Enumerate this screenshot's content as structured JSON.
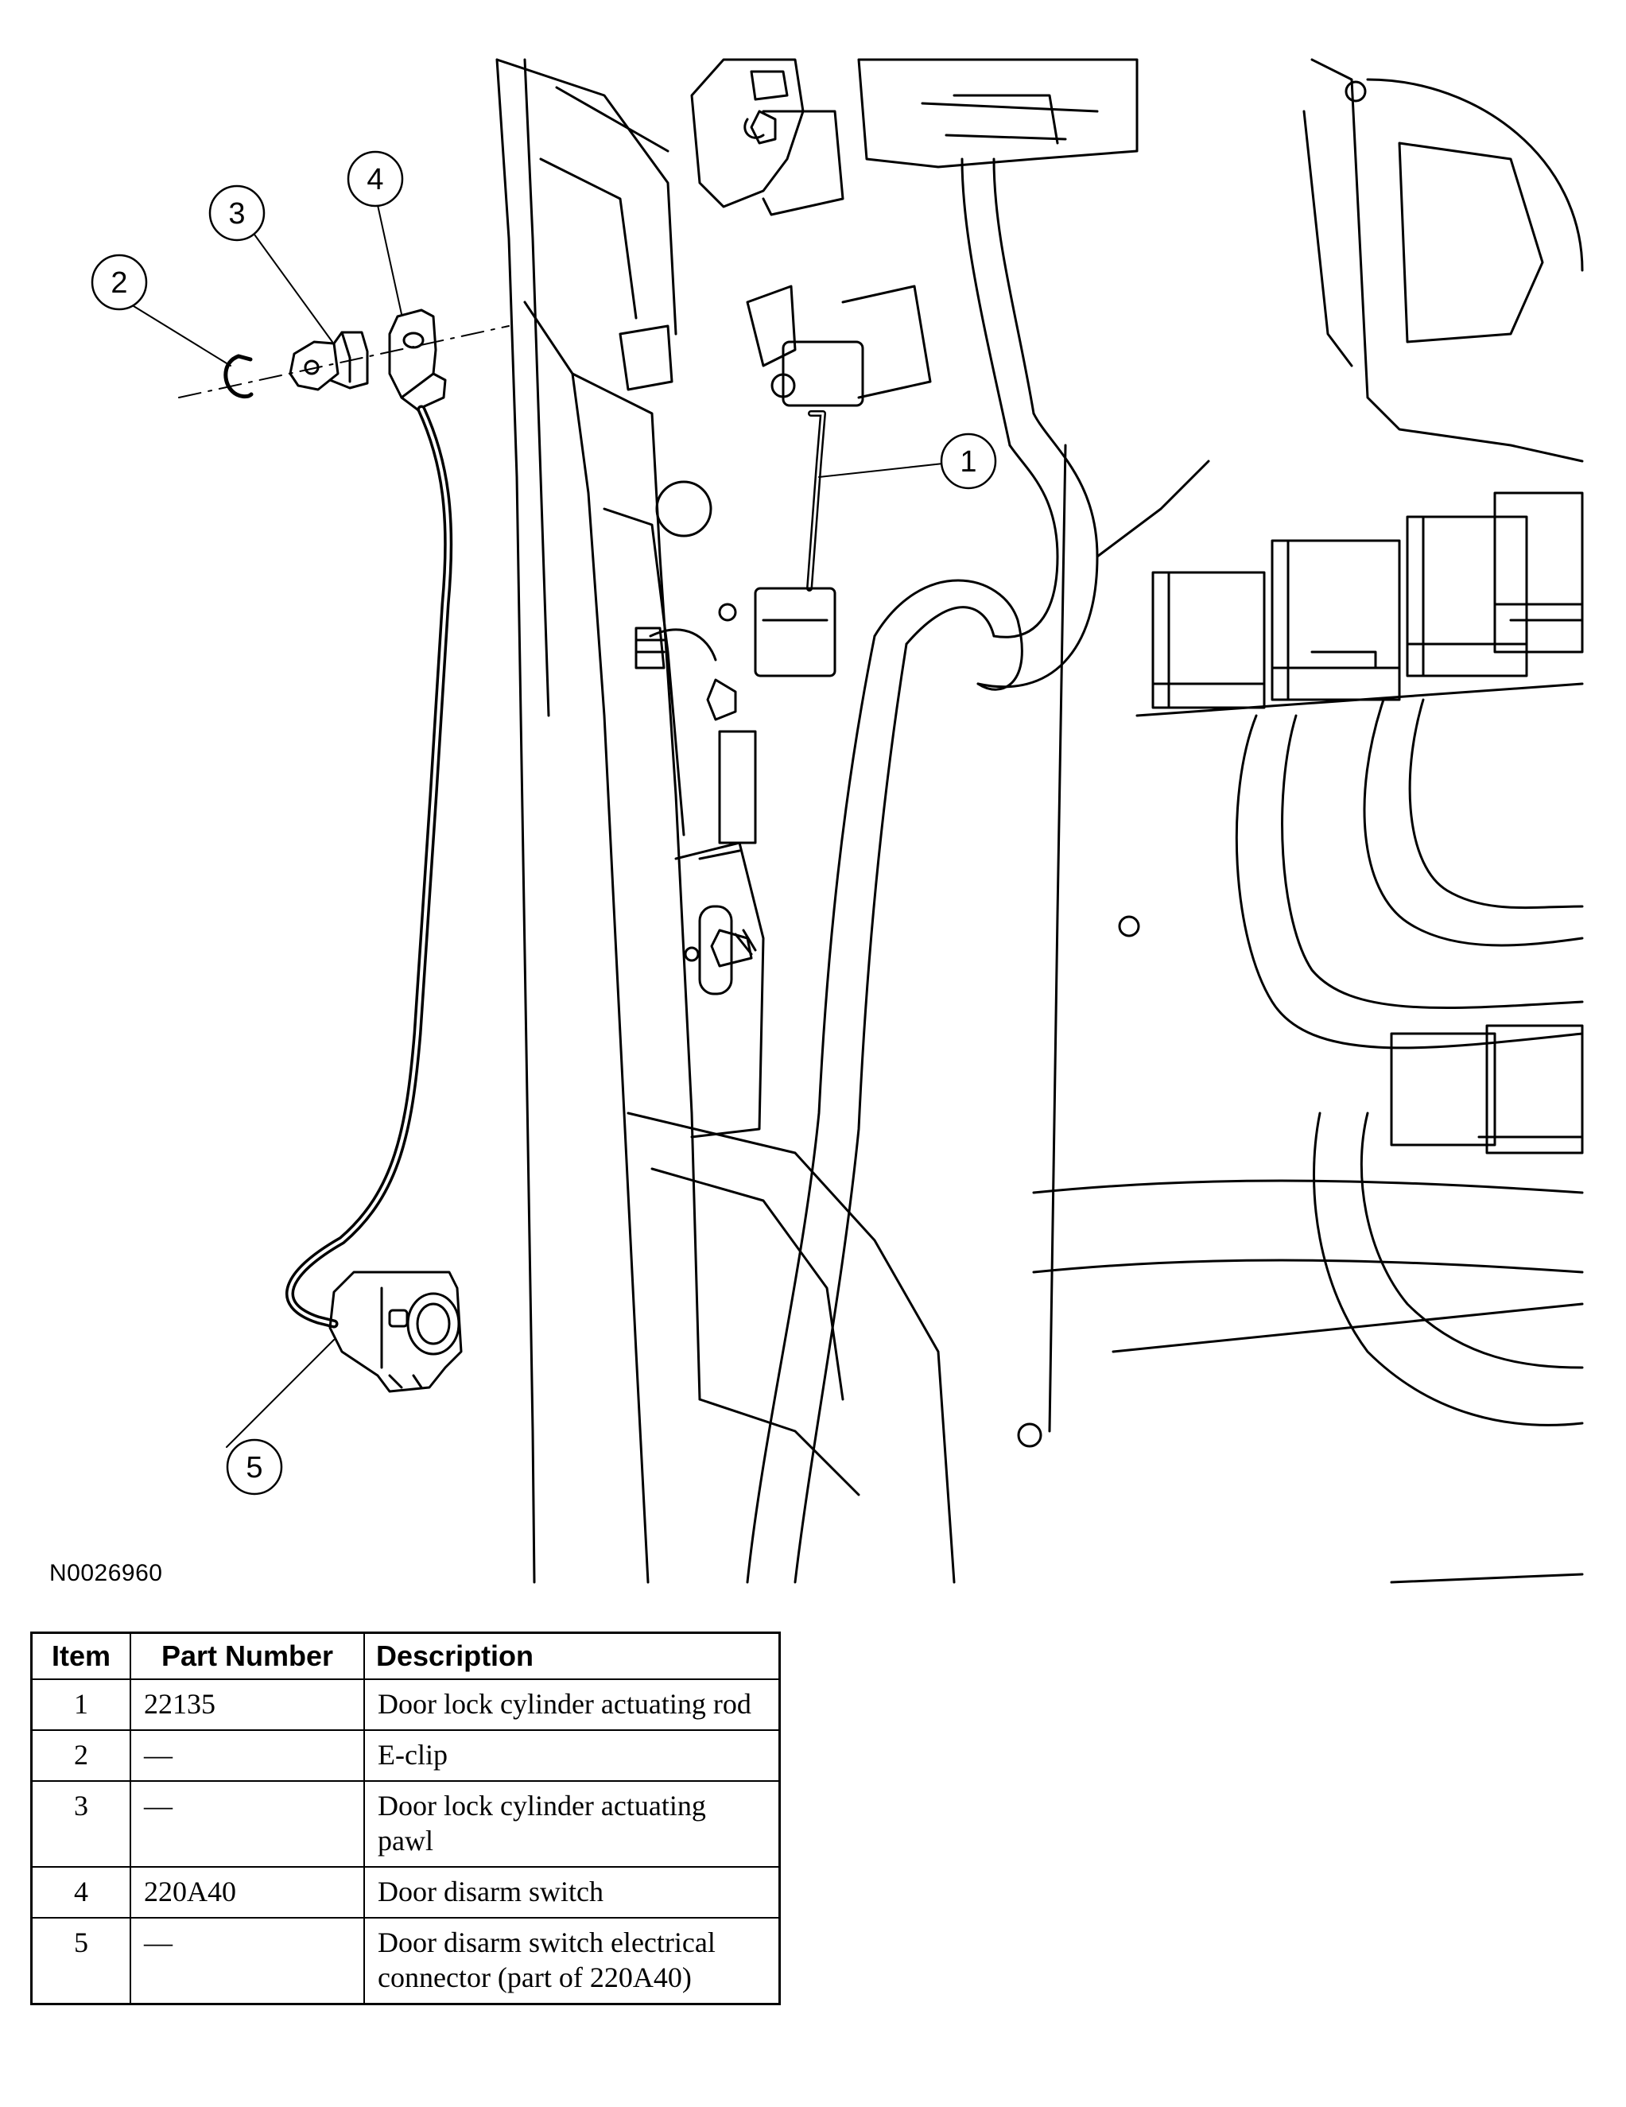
{
  "figure_id": "N0026960",
  "callouts": [
    "1",
    "2",
    "3",
    "4",
    "5"
  ],
  "table": {
    "headers": {
      "item": "Item",
      "part_number": "Part Number",
      "description": "Description"
    },
    "rows": [
      {
        "item": "1",
        "part_number": "22135",
        "description": "Door lock cylinder actuating rod"
      },
      {
        "item": "2",
        "part_number": "—",
        "description": "E-clip"
      },
      {
        "item": "3",
        "part_number": "—",
        "description": "Door lock cylinder actuating pawl"
      },
      {
        "item": "4",
        "part_number": "220A40",
        "description": "Door disarm switch"
      },
      {
        "item": "5",
        "part_number": "—",
        "description": "Door disarm switch electrical connector (part of 220A40)"
      }
    ]
  }
}
